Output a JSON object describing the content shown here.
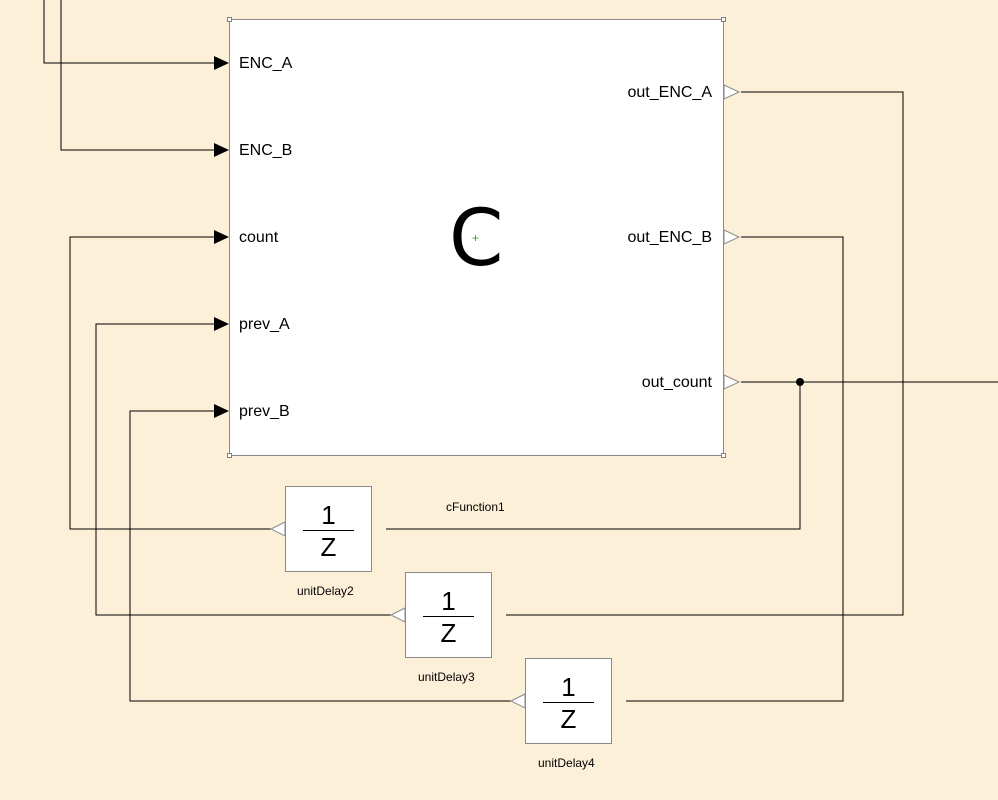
{
  "diagram": {
    "main_block": {
      "glyph": "C",
      "name": "cFunction1",
      "inputs": [
        "ENC_A",
        "ENC_B",
        "count",
        "prev_A",
        "prev_B"
      ],
      "outputs": [
        "out_ENC_A",
        "out_ENC_B",
        "out_count"
      ]
    },
    "delays": [
      {
        "name": "unitDelay2",
        "numerator": "1",
        "denominator": "Z"
      },
      {
        "name": "unitDelay3",
        "numerator": "1",
        "denominator": "Z"
      },
      {
        "name": "unitDelay4",
        "numerator": "1",
        "denominator": "Z"
      }
    ],
    "center_marker": "+"
  },
  "colors": {
    "background": "#fdf0d8",
    "block_fill": "#ffffff",
    "block_border": "#8a8a8a",
    "wire": "#000000",
    "center_marker": "#2aa02a"
  }
}
